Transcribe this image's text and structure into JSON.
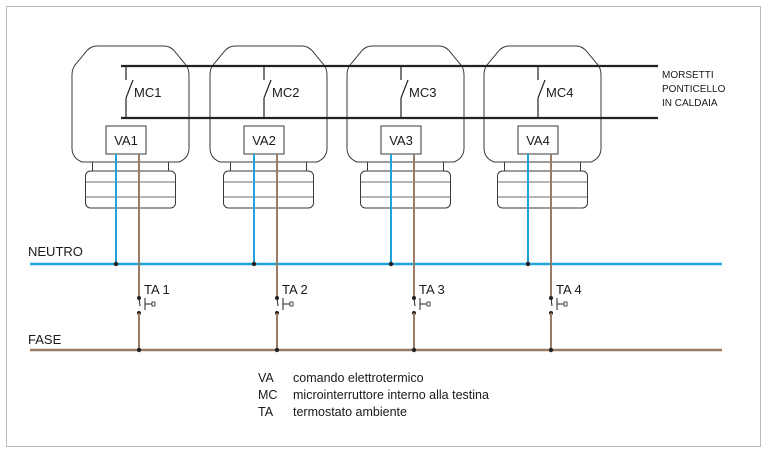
{
  "colors": {
    "neutral": "#1fa3dc",
    "phase": "#9a7b63",
    "bus": "#222222",
    "outline": "#3a3a3a",
    "frame": "#b5bcc6"
  },
  "actuators": [
    {
      "va": "VA1",
      "mc": "MC1",
      "ta": "TA 1"
    },
    {
      "va": "VA2",
      "mc": "MC2",
      "ta": "TA 2"
    },
    {
      "va": "VA3",
      "mc": "MC3",
      "ta": "TA 3"
    },
    {
      "va": "VA4",
      "mc": "MC4",
      "ta": "TA 4"
    }
  ],
  "bus_label": [
    "MORSETTI",
    "PONTICELLO",
    "IN CALDAIA"
  ],
  "neutral_label": "NEUTRO",
  "phase_label": "FASE",
  "legend": [
    {
      "code": "VA",
      "text": "comando elettrotermico"
    },
    {
      "code": "MC",
      "text": "microinterruttore interno alla testina"
    },
    {
      "code": "TA",
      "text": "termostato ambiente"
    }
  ]
}
